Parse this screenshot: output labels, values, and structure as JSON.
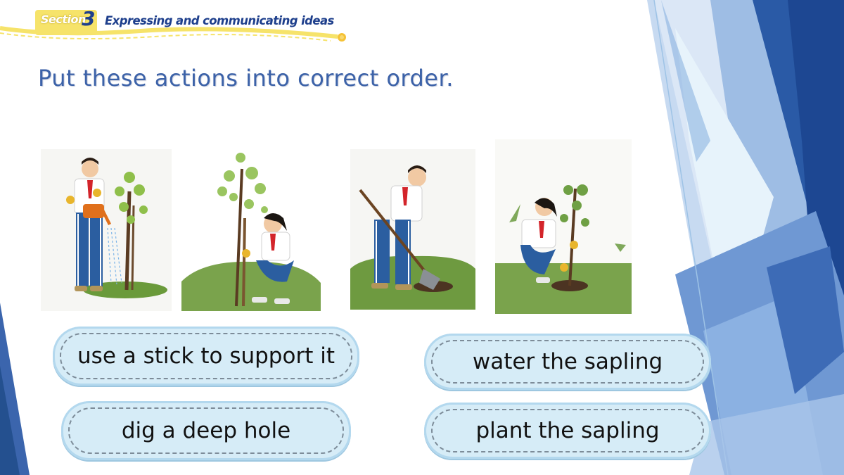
{
  "header": {
    "section_word": "Section",
    "section_number": "3",
    "subtitle": "Expressing and communicating ideas",
    "accent_color": "#f6e36a",
    "title_color": "#1e3f8c"
  },
  "instruction": "Put these actions into correct order.",
  "pictures": [
    {
      "name": "boy-watering-tree-illustration"
    },
    {
      "name": "girl-supporting-sapling-illustration"
    },
    {
      "name": "boy-digging-hole-illustration"
    },
    {
      "name": "girl-planting-sapling-illustration"
    }
  ],
  "options": {
    "stick": "use a stick to support it",
    "water": "water the sapling",
    "dig": "dig a deep hole",
    "plant": "plant the sapling"
  },
  "colors": {
    "pill_fill": "#d6ecf7",
    "pill_border": "#b3d8ee",
    "background_blue_dark": "#1f4f9a",
    "background_blue_light": "#bcd6f0"
  }
}
